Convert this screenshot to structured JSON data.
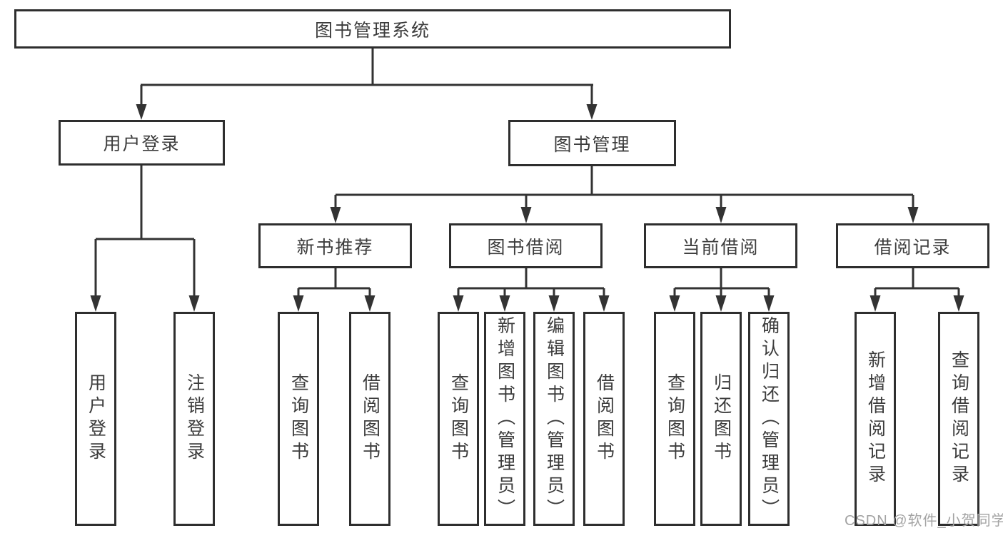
{
  "diagram": {
    "title": "图书管理系统",
    "watermark": "CSDN @软件_小贺同学",
    "colors": {
      "line": "#333333",
      "border": "#2e2e2e",
      "text": "#3c3c3c",
      "watermark": "#a3a3a3",
      "background": "#ffffff"
    }
  },
  "nodes": {
    "root": {
      "label": "图书管理系统"
    },
    "user_login": {
      "label": "用户登录"
    },
    "book_management": {
      "label": "图书管理"
    },
    "leaf_user_login": {
      "label": "用户登录"
    },
    "leaf_logout": {
      "label": "注销登录"
    },
    "new_book_recommend": {
      "label": "新书推荐"
    },
    "book_borrow": {
      "label": "图书借阅"
    },
    "current_borrow": {
      "label": "当前借阅"
    },
    "borrow_records": {
      "label": "借阅记录"
    },
    "nbr_query_books": {
      "label": "查询图书"
    },
    "nbr_borrow_books": {
      "label": "借阅图书"
    },
    "bb_query_books": {
      "label": "查询图书"
    },
    "bb_add_books_admin": {
      "label": "新增图书（管理员）"
    },
    "bb_edit_books_admin": {
      "label": "编辑图书（管理员）"
    },
    "bb_borrow_books": {
      "label": "借阅图书"
    },
    "cb_query_books": {
      "label": "查询图书"
    },
    "cb_return_books": {
      "label": "归还图书"
    },
    "cb_confirm_return_admin": {
      "label": "确认归还（管理员）"
    },
    "br_add_record": {
      "label": "新增借阅记录"
    },
    "br_query_record": {
      "label": "查询借阅记录"
    }
  }
}
